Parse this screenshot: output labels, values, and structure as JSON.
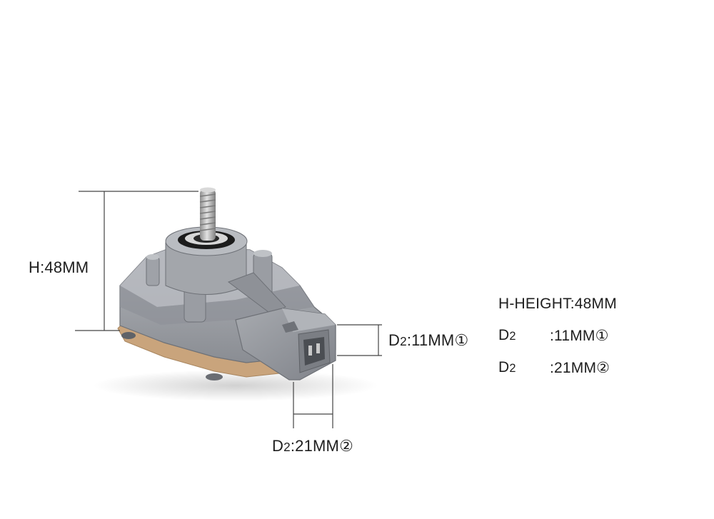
{
  "annotations": {
    "height_label": "H:48MM",
    "d2_small_label": {
      "prefix": "D",
      "sub": "2",
      "rest": ":11MM①"
    },
    "d2_large_label": {
      "prefix": "D",
      "sub": "2",
      "rest": ":21MM②"
    }
  },
  "specs": {
    "height": "H-HEIGHT:48MM",
    "rows": [
      {
        "prefix": "D",
        "sub": "2",
        "value": ":11MM①"
      },
      {
        "prefix": "D",
        "sub": "2",
        "value": ":21MM②"
      }
    ]
  },
  "colors": {
    "body_gray": "#9a9da3",
    "body_dark": "#7d8086",
    "body_light": "#b2b5ba",
    "base_tan": "#c9a47c",
    "bolt_steel": "#b8b8b8",
    "bearing_black": "#1c1c1c",
    "dim_line": "#444444"
  },
  "icons": {
    "sensor": "height-level-sensor-photo"
  }
}
